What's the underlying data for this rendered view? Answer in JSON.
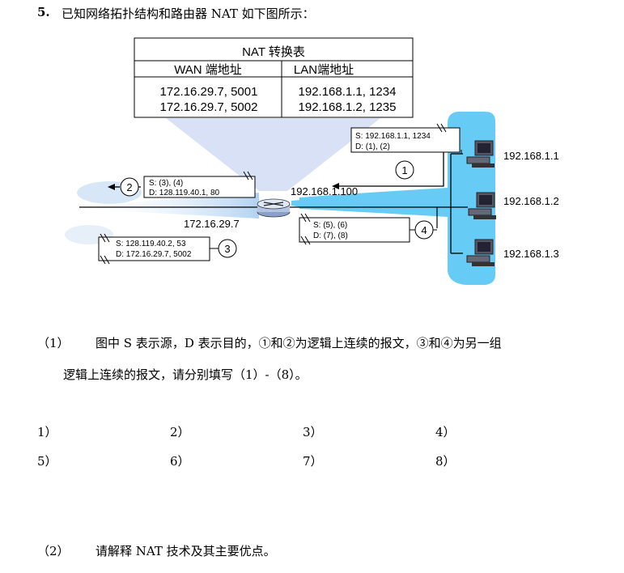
{
  "question": {
    "number": "5.",
    "text": "已知网络拓扑结构和路由器 NAT 如下图所示："
  },
  "nat_table": {
    "title": "NAT 转换表",
    "col_wan": "WAN 端地址",
    "col_lan": "LAN端地址",
    "rows": [
      {
        "wan": "172.16.29.7, 5001",
        "lan": "192.168.1.1, 1234"
      },
      {
        "wan": "172.16.29.7, 5002",
        "lan": "192.168.1.2, 1235"
      }
    ]
  },
  "diagram": {
    "router_lan_ip": "192.168.1.100",
    "router_wan_ip": "172.16.29.7",
    "hosts": [
      "192.168.1.1",
      "192.168.1.2",
      "192.168.1.3"
    ],
    "packets": [
      {
        "marker": "1",
        "s": "S: 192.168.1.1, 1234",
        "d": "D: (1), (2)"
      },
      {
        "marker": "2",
        "s": "S: (3), (4)",
        "d": "D: 128.119.40.1, 80"
      },
      {
        "marker": "3",
        "s": "S: 128.119.40.2, 53",
        "d": "D: 172.16.29.7, 5002"
      },
      {
        "marker": "4",
        "s": "S: (5), (6)",
        "d": "D: (7), (8)"
      }
    ],
    "colors": {
      "lan_cloud": "#66ccf5",
      "beam": "#c9dcf5"
    }
  },
  "sub1": {
    "num": "（1）",
    "line1": "图中 S 表示源，D 表示目的，①和②为逻辑上连续的报文，③和④为另一组",
    "line2": "逻辑上连续的报文，请分别填写（1）-（8）。"
  },
  "blanks": [
    "1）",
    "2）",
    "3）",
    "4）",
    "5）",
    "6）",
    "7）",
    "8）"
  ],
  "sub2": {
    "num": "（2）",
    "text": "请解释 NAT 技术及其主要优点。"
  }
}
